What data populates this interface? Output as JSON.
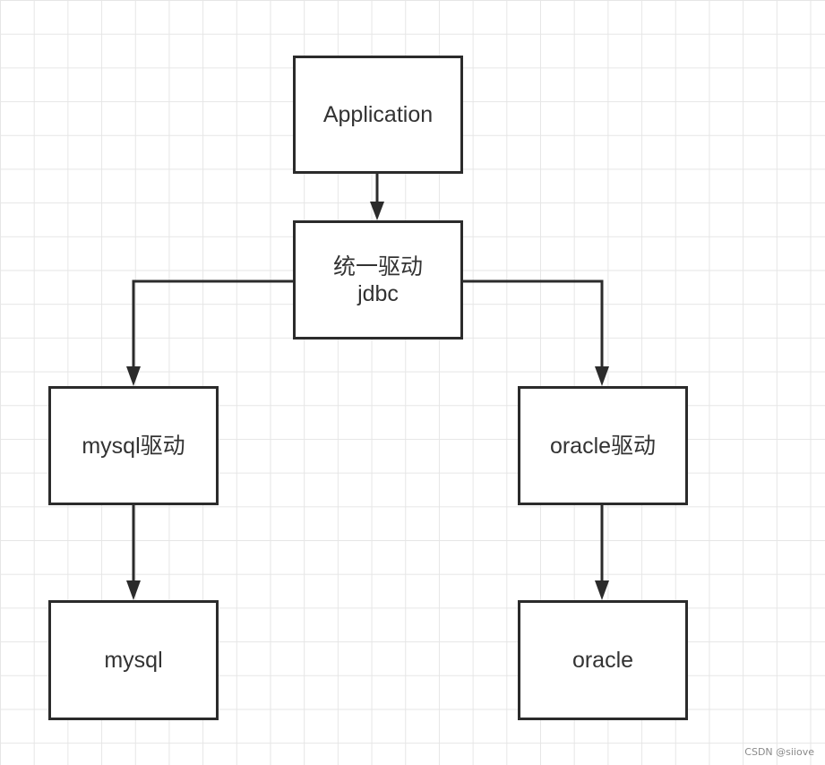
{
  "diagram": {
    "nodes": {
      "application": {
        "label": "Application"
      },
      "jdbc": {
        "line1": "统一驱动",
        "line2": "jdbc"
      },
      "mysql_driver": {
        "label": "mysql驱动"
      },
      "oracle_driver": {
        "label": "oracle驱动"
      },
      "mysql": {
        "label": "mysql"
      },
      "oracle": {
        "label": "oracle"
      }
    },
    "edges": [
      {
        "from": "application",
        "to": "jdbc"
      },
      {
        "from": "jdbc",
        "to": "mysql_driver"
      },
      {
        "from": "jdbc",
        "to": "oracle_driver"
      },
      {
        "from": "mysql_driver",
        "to": "mysql"
      },
      {
        "from": "oracle_driver",
        "to": "oracle"
      }
    ]
  },
  "watermark": "CSDN @siiove",
  "colors": {
    "stroke": "#2b2b2b",
    "text": "#333333",
    "grid": "#e6e6e6",
    "background": "#ffffff"
  }
}
